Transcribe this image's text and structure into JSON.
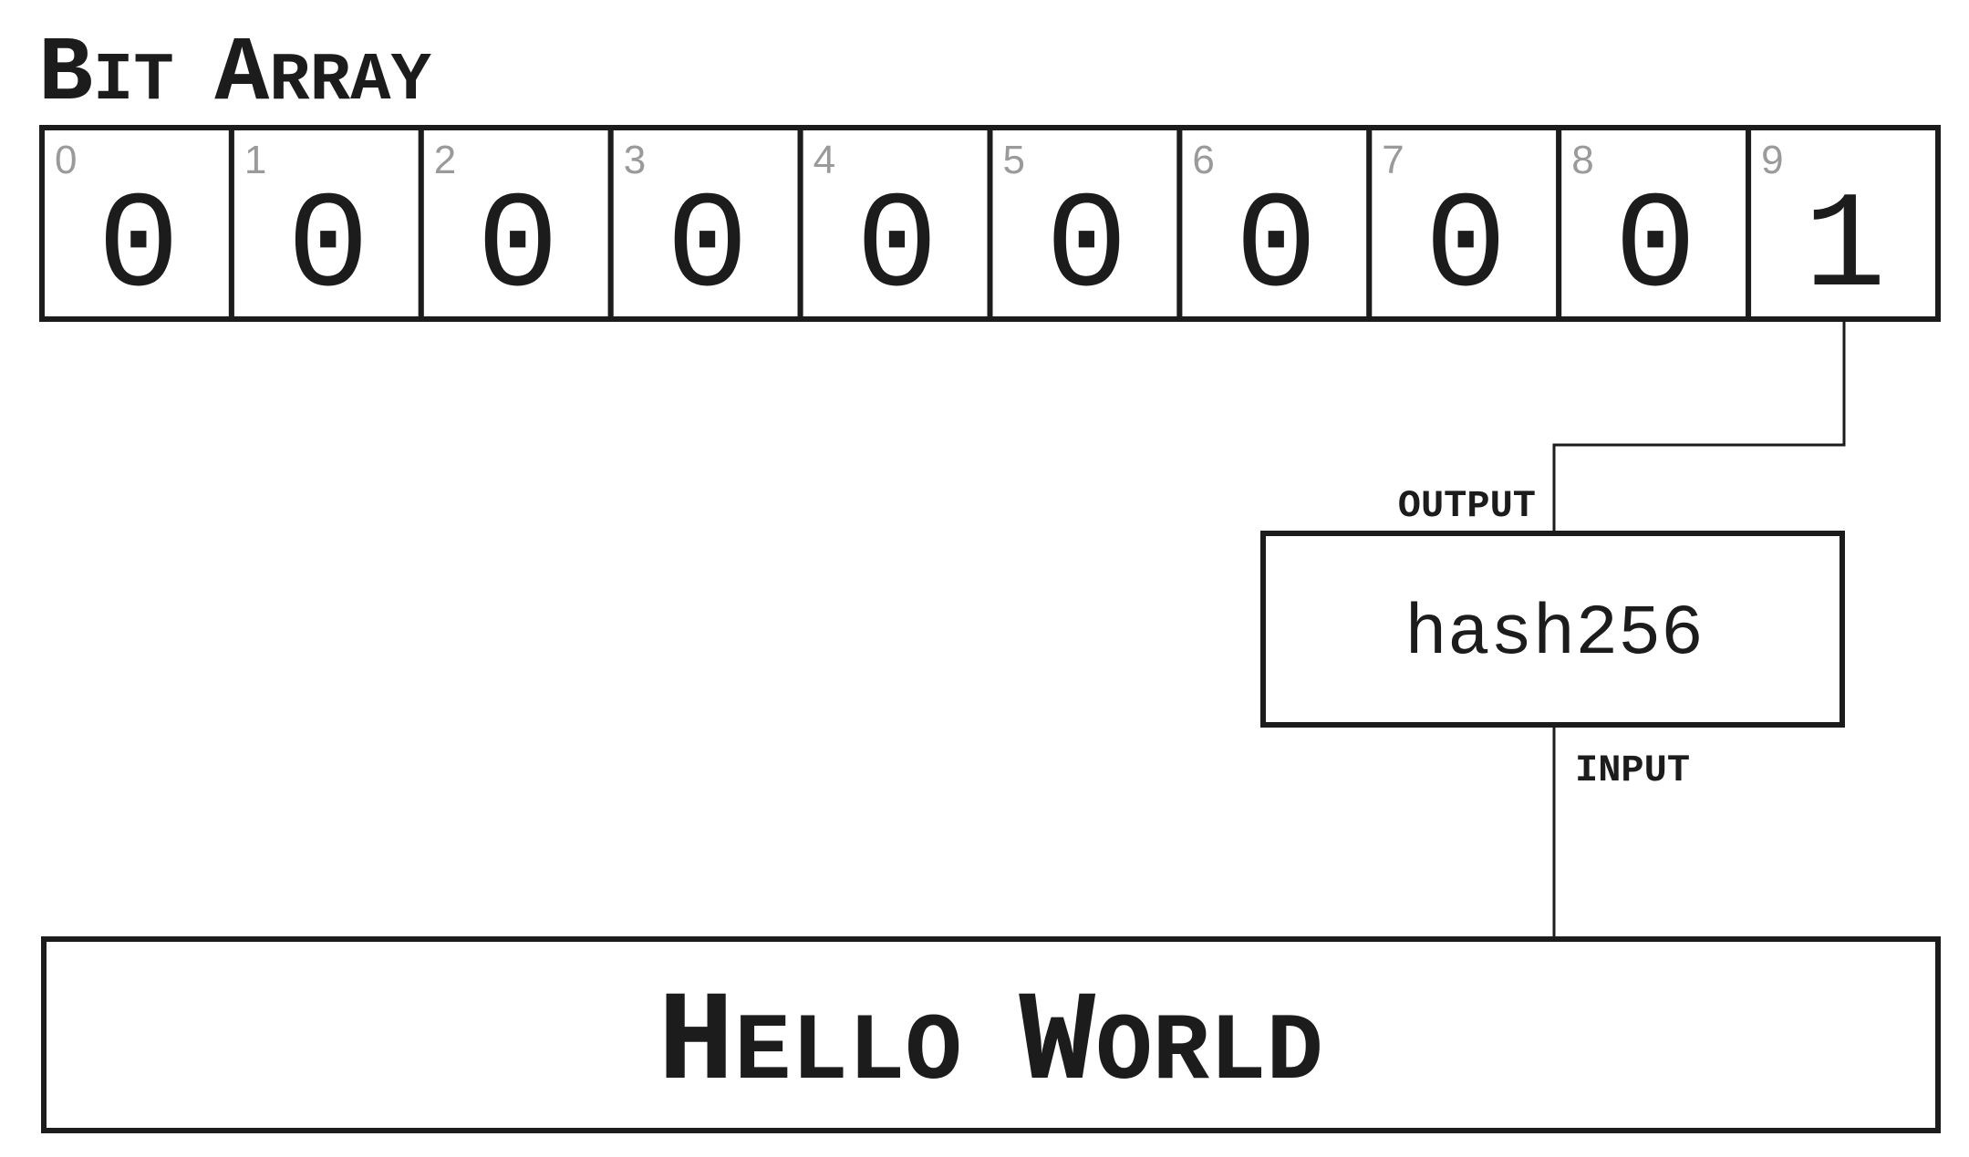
{
  "title": "Bit Array",
  "bit_array": {
    "cells": [
      {
        "index": "0",
        "value": "0"
      },
      {
        "index": "1",
        "value": "0"
      },
      {
        "index": "2",
        "value": "0"
      },
      {
        "index": "3",
        "value": "0"
      },
      {
        "index": "4",
        "value": "0"
      },
      {
        "index": "5",
        "value": "0"
      },
      {
        "index": "6",
        "value": "0"
      },
      {
        "index": "7",
        "value": "0"
      },
      {
        "index": "8",
        "value": "0"
      },
      {
        "index": "9",
        "value": "1"
      }
    ]
  },
  "hash_function": {
    "label": "hash256",
    "output_label": "OUTPUT",
    "input_label": "INPUT"
  },
  "input_text": "Hello World"
}
